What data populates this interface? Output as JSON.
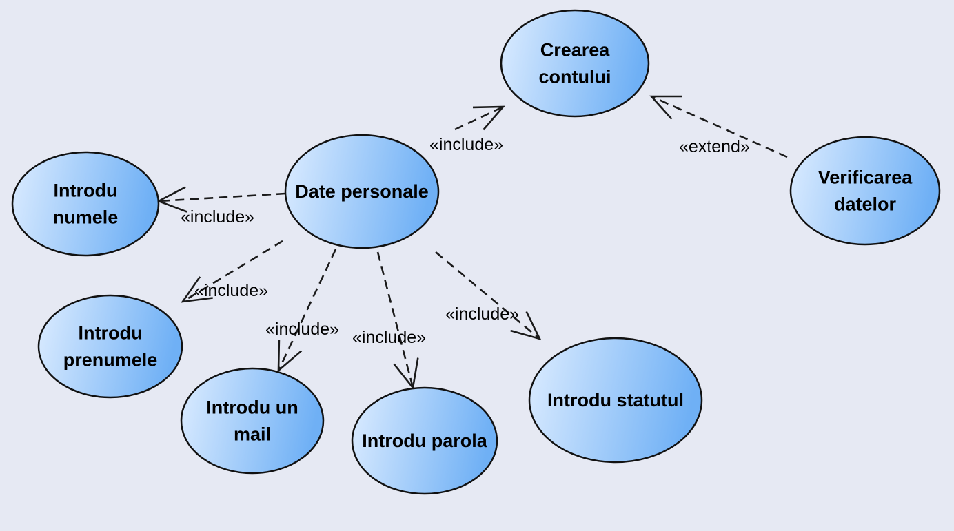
{
  "diagram": {
    "use_cases": [
      {
        "id": "crearea-contului",
        "lines": [
          "Crearea",
          "contului"
        ]
      },
      {
        "id": "date-personale",
        "lines": [
          "Date personale"
        ]
      },
      {
        "id": "verificarea-datelor",
        "lines": [
          "Verificarea",
          "datelor"
        ]
      },
      {
        "id": "introdu-numele",
        "lines": [
          "Introdu",
          "numele"
        ]
      },
      {
        "id": "introdu-prenumele",
        "lines": [
          "Introdu",
          "prenumele"
        ]
      },
      {
        "id": "introdu-mail",
        "lines": [
          "Introdu un",
          "mail"
        ]
      },
      {
        "id": "introdu-parola",
        "lines": [
          "Introdu parola"
        ]
      },
      {
        "id": "introdu-statutul",
        "lines": [
          "Introdu statutul"
        ]
      }
    ],
    "relations": [
      {
        "id": "rel-personale-crearea",
        "label": "«include»"
      },
      {
        "id": "rel-verificarea-crearea",
        "label": "«extend»"
      },
      {
        "id": "rel-personale-numele",
        "label": "«include»"
      },
      {
        "id": "rel-personale-prenumele",
        "label": "«include»"
      },
      {
        "id": "rel-personale-mail",
        "label": "«include»"
      },
      {
        "id": "rel-personale-parola",
        "label": "«include»"
      },
      {
        "id": "rel-personale-statutul",
        "label": "«include»"
      }
    ],
    "colors": {
      "usecase_fill_light": "#dcecff",
      "usecase_fill_dark": "#6fb0f5",
      "usecase_stroke": "#111111",
      "background": "#e6e9f3"
    }
  }
}
